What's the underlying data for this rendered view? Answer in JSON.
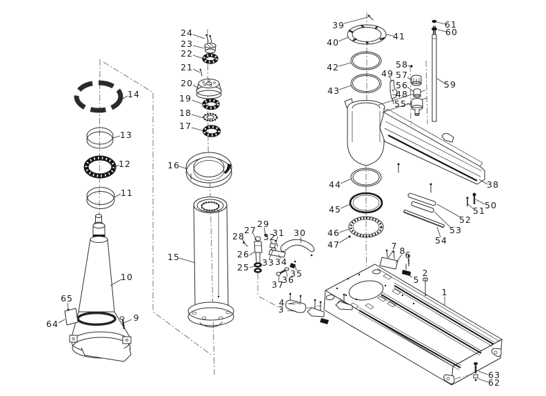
{
  "diagram": {
    "kind": "exploded-parts-diagram",
    "colors": {
      "background": "#ffffff",
      "line": "#2b2b2b",
      "label": "#1a1a1a",
      "dark_fill": "#161616"
    },
    "part_count": 65
  },
  "parts": [
    {
      "num": "1"
    },
    {
      "num": "2"
    },
    {
      "num": "3"
    },
    {
      "num": "4"
    },
    {
      "num": "5"
    },
    {
      "num": "6"
    },
    {
      "num": "7"
    },
    {
      "num": "8"
    },
    {
      "num": "9"
    },
    {
      "num": "10"
    },
    {
      "num": "11"
    },
    {
      "num": "12"
    },
    {
      "num": "13"
    },
    {
      "num": "14"
    },
    {
      "num": "15"
    },
    {
      "num": "16"
    },
    {
      "num": "17"
    },
    {
      "num": "18"
    },
    {
      "num": "19"
    },
    {
      "num": "20"
    },
    {
      "num": "21"
    },
    {
      "num": "22"
    },
    {
      "num": "23"
    },
    {
      "num": "24"
    },
    {
      "num": "25"
    },
    {
      "num": "26"
    },
    {
      "num": "27"
    },
    {
      "num": "28"
    },
    {
      "num": "29"
    },
    {
      "num": "30"
    },
    {
      "num": "31"
    },
    {
      "num": "32"
    },
    {
      "num": "33"
    },
    {
      "num": "34"
    },
    {
      "num": "35"
    },
    {
      "num": "36"
    },
    {
      "num": "37"
    },
    {
      "num": "38"
    },
    {
      "num": "39"
    },
    {
      "num": "40"
    },
    {
      "num": "41"
    },
    {
      "num": "42"
    },
    {
      "num": "43"
    },
    {
      "num": "44"
    },
    {
      "num": "45"
    },
    {
      "num": "46"
    },
    {
      "num": "47"
    },
    {
      "num": "48"
    },
    {
      "num": "49"
    },
    {
      "num": "50"
    },
    {
      "num": "51"
    },
    {
      "num": "52"
    },
    {
      "num": "53"
    },
    {
      "num": "54"
    },
    {
      "num": "55"
    },
    {
      "num": "56"
    },
    {
      "num": "57"
    },
    {
      "num": "58"
    },
    {
      "num": "59"
    },
    {
      "num": "60"
    },
    {
      "num": "61"
    },
    {
      "num": "62"
    },
    {
      "num": "63"
    },
    {
      "num": "64"
    },
    {
      "num": "65"
    }
  ]
}
